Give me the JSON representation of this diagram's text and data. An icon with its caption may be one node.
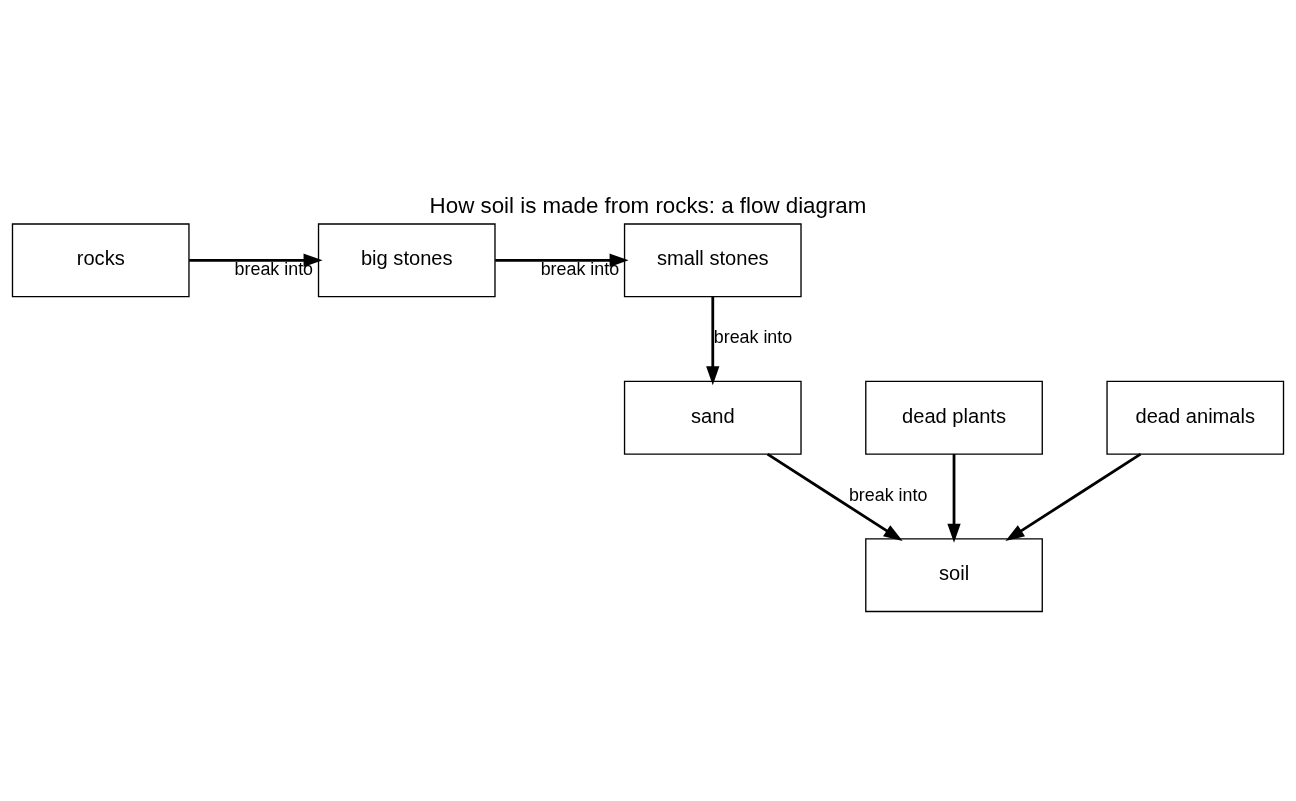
{
  "diagram": {
    "title": "How soil is made from rocks: a flow diagram",
    "nodes": [
      {
        "text": [
          "rocks"
        ]
      },
      {
        "text": [
          "big stones"
        ]
      },
      {
        "text": [
          "small stones"
        ]
      },
      {
        "text": [
          "sand"
        ]
      },
      {
        "text": [
          "soil"
        ]
      },
      {
        "text": [
          "dead plants"
        ]
      },
      {
        "text": [
          "dead animals"
        ]
      }
    ],
    "edges": [
      {
        "from": 0,
        "to": 1,
        "arrow": "to",
        "label": "break into"
      },
      {
        "from": 1,
        "to": 2,
        "arrow": "to",
        "label": "break into"
      },
      {
        "from": 2,
        "to": 3,
        "arrow": "to",
        "label": "break into"
      },
      {
        "from": 3,
        "to": 4,
        "arrow": "to",
        "label": "break into"
      },
      {
        "from": 5,
        "to": 4,
        "arrow": "to"
      },
      {
        "from": 6,
        "to": 4,
        "arrow": "to"
      }
    ]
  }
}
